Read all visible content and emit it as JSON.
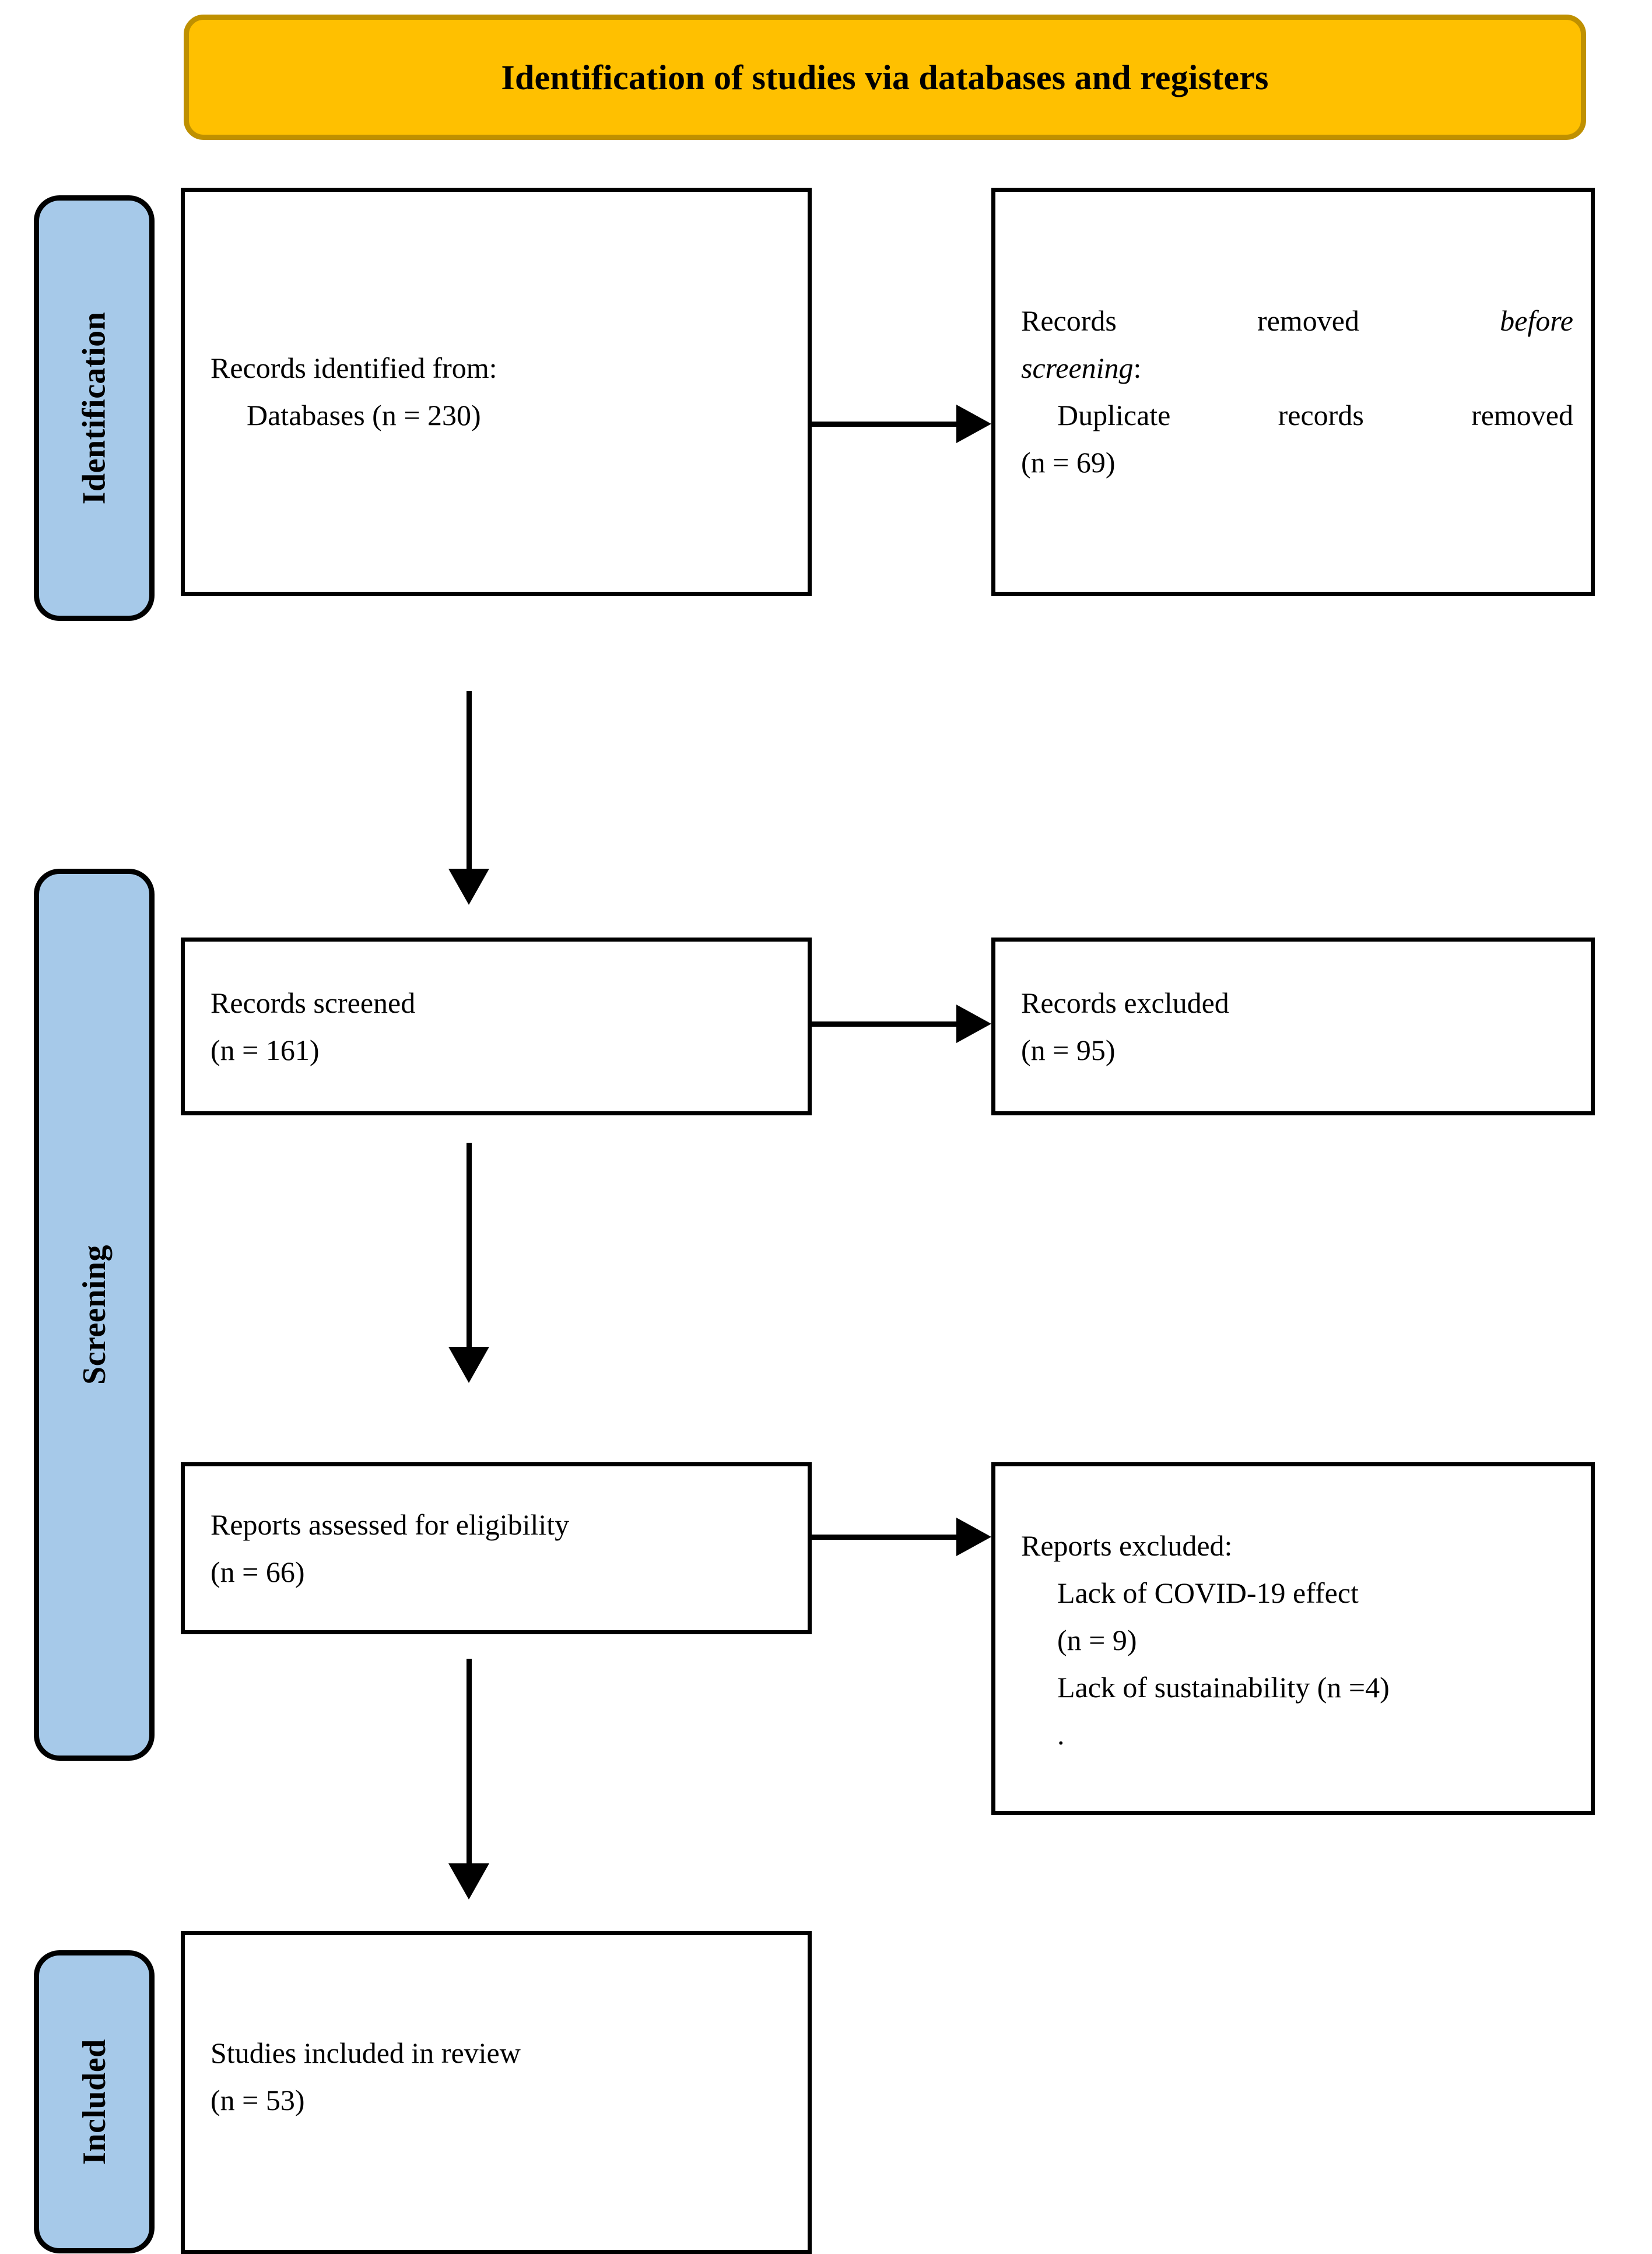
{
  "diagram": {
    "type": "prisma-flow-diagram",
    "banner_title": "Identification of studies via databases and registers",
    "colors": {
      "banner_fill": "#FFC000",
      "banner_border": "#BF9000",
      "stage_tab_fill": "#A6C9E9",
      "box_border": "#000000",
      "box_fill": "#FFFFFF",
      "text": "#000000"
    }
  },
  "stages": [
    {
      "id": "identification",
      "label": "Identification"
    },
    {
      "id": "screening",
      "label": "Screening"
    },
    {
      "id": "included",
      "label": "Included"
    }
  ],
  "boxes": {
    "records_identified": {
      "line1": "Records identified from:",
      "line2": "Databases (n = 230)",
      "n": 230
    },
    "records_removed": {
      "line1_a": "Records",
      "line1_b": "removed",
      "line1_c": "before",
      "line2": "screening",
      "line2_colon": ":",
      "line3": "Duplicate records removed",
      "line4": "(n = 69)",
      "n": 69
    },
    "records_screened": {
      "line1": "Records screened",
      "line2": "(n = 161)",
      "n": 161
    },
    "records_excluded": {
      "line1": "Records excluded",
      "line2": "(n = 95)",
      "n": 95
    },
    "reports_assessed": {
      "line1": "Reports assessed for eligibility",
      "line2": "(n = 66)",
      "n": 66
    },
    "reports_excluded": {
      "line1": "Reports excluded:",
      "line2": "Lack of COVID-19 effect",
      "line3": "(n = 9)",
      "line4": "Lack of sustainability (n =4)",
      "line5": ".",
      "n_covid": 9,
      "n_sustainability": 4
    },
    "studies_included": {
      "line1": "Studies included in review",
      "line2": "(n = 53)",
      "n": 53
    }
  },
  "connectors": [
    {
      "id": "identified-to-removed",
      "direction": "right"
    },
    {
      "id": "identified-to-screened",
      "direction": "down"
    },
    {
      "id": "screened-to-excluded",
      "direction": "right"
    },
    {
      "id": "screened-to-assessed",
      "direction": "down"
    },
    {
      "id": "assessed-to-reports-excluded",
      "direction": "right"
    },
    {
      "id": "assessed-to-included",
      "direction": "down"
    }
  ]
}
